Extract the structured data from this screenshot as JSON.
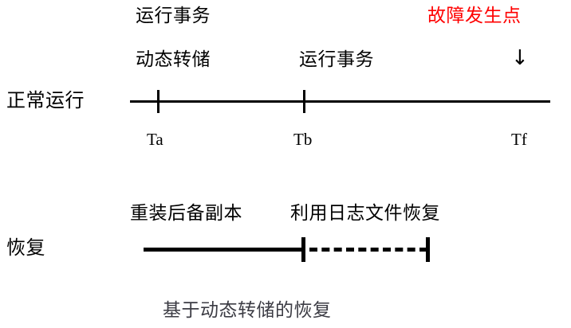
{
  "diagram": {
    "caption": "基于动态转储的恢复",
    "colors": {
      "ink": "#000000",
      "fault": "#ff0000",
      "caption": "#3c3c44",
      "background": "#ffffff"
    }
  },
  "normal_row": {
    "row_label": "正常运行",
    "top_annotation": "运行事务",
    "fault_title": "故障发生点",
    "fault_arrow": "↓",
    "segment_labels": [
      {
        "text": "动态转储"
      },
      {
        "text": "运行事务"
      }
    ],
    "tick_labels": [
      {
        "text": "Ta"
      },
      {
        "text": "Tb"
      },
      {
        "text": "Tf"
      }
    ]
  },
  "recovery_row": {
    "row_label": "恢复",
    "segment_labels": [
      {
        "text": "重装后备副本"
      },
      {
        "text": "利用日志文件恢复"
      }
    ]
  }
}
